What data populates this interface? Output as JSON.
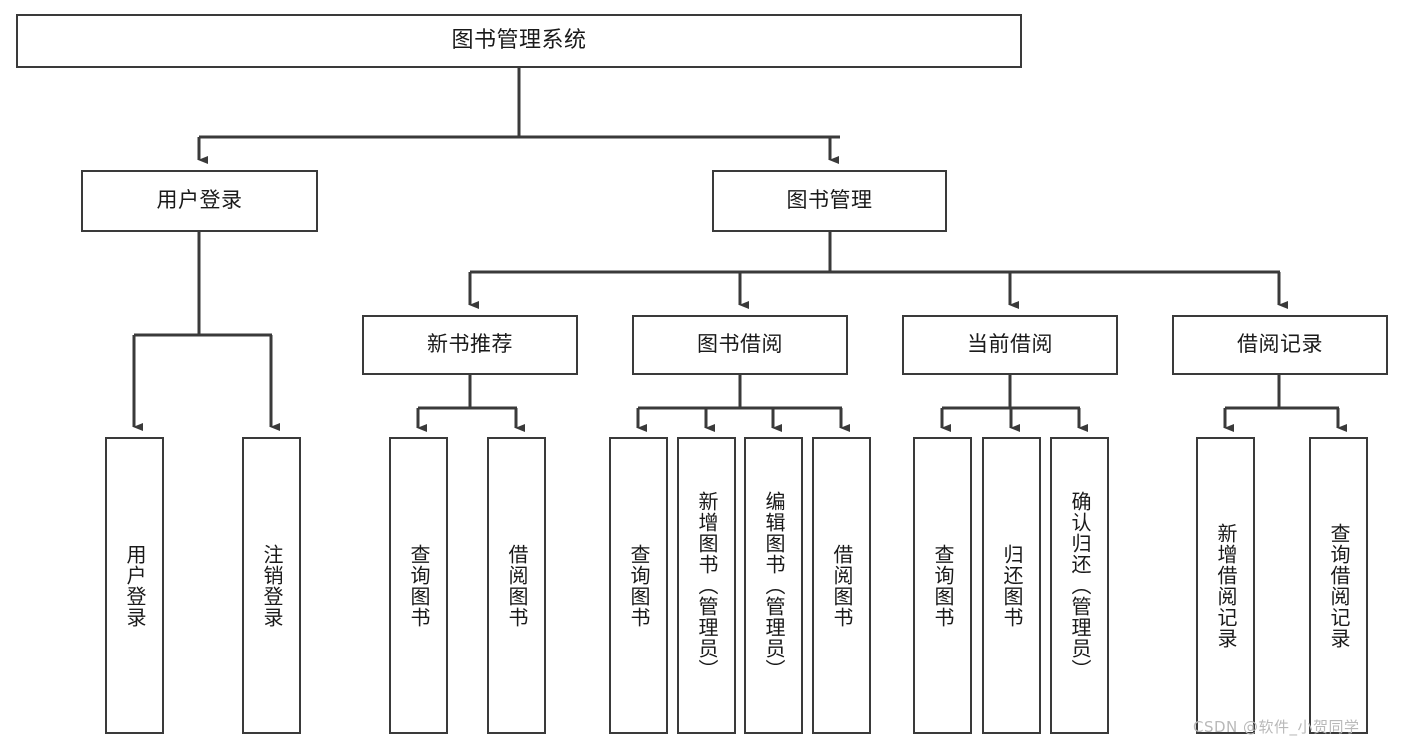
{
  "diagram": {
    "title": "图书管理系统",
    "type": "tree-hierarchy-chart",
    "watermark": "CSDN @软件_小贺同学",
    "colors": {
      "stroke": "#3a3a3a",
      "fill": "#ffffff",
      "text": "#1a1a1a",
      "watermark": "#b9b9b9"
    },
    "nodes": {
      "root": {
        "label": "图书管理系统"
      },
      "level2": [
        {
          "id": "user-login",
          "label": "用户登录"
        },
        {
          "id": "book-manage",
          "label": "图书管理"
        }
      ],
      "level3": [
        {
          "id": "new-book-recommend",
          "label": "新书推荐"
        },
        {
          "id": "book-borrow",
          "label": "图书借阅"
        },
        {
          "id": "current-borrow",
          "label": "当前借阅"
        },
        {
          "id": "borrow-record",
          "label": "借阅记录"
        }
      ],
      "leaves": {
        "user_login": [
          {
            "id": "leaf-user-login",
            "label": "用户登录"
          },
          {
            "id": "leaf-user-logout",
            "label": "注销登录"
          }
        ],
        "new_book_recommend": [
          {
            "id": "leaf-query-book-1",
            "label": "查询图书"
          },
          {
            "id": "leaf-borrow-book-1",
            "label": "借阅图书"
          }
        ],
        "book_borrow": [
          {
            "id": "leaf-query-book-2",
            "label": "查询图书"
          },
          {
            "id": "leaf-add-book",
            "label": "新增图书（管理员）"
          },
          {
            "id": "leaf-edit-book",
            "label": "编辑图书（管理员）"
          },
          {
            "id": "leaf-borrow-book-2",
            "label": "借阅图书"
          }
        ],
        "current_borrow": [
          {
            "id": "leaf-query-book-3",
            "label": "查询图书"
          },
          {
            "id": "leaf-return-book",
            "label": "归还图书"
          },
          {
            "id": "leaf-confirm-return",
            "label": "确认归还（管理员）"
          }
        ],
        "borrow_record": [
          {
            "id": "leaf-add-record",
            "label": "新增借阅记录"
          },
          {
            "id": "leaf-query-record",
            "label": "查询借阅记录"
          }
        ]
      }
    }
  }
}
